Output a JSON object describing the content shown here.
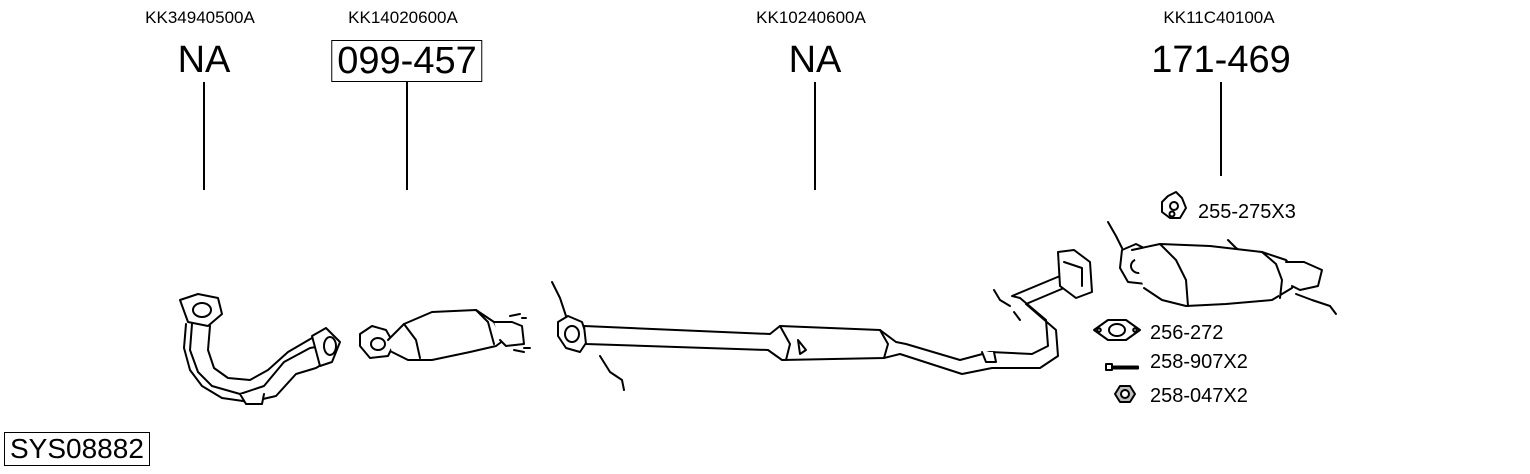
{
  "parts": [
    {
      "ref": "KK34940500A",
      "number": "NA",
      "boxed": false
    },
    {
      "ref": "KK14020600A",
      "number": "099-457",
      "boxed": true
    },
    {
      "ref": "KK10240600A",
      "number": "NA",
      "boxed": false
    },
    {
      "ref": "KK11C40100A",
      "number": "171-469",
      "boxed": false
    }
  ],
  "accessories": [
    {
      "label": "255-275X3",
      "icon": "rubber-hanger-icon"
    },
    {
      "label": "256-272",
      "icon": "flange-gasket-icon"
    },
    {
      "label": "258-907X2",
      "icon": "bolt-icon"
    },
    {
      "label": "258-047X2",
      "icon": "nut-icon"
    }
  ],
  "system_code": "SYS08882"
}
